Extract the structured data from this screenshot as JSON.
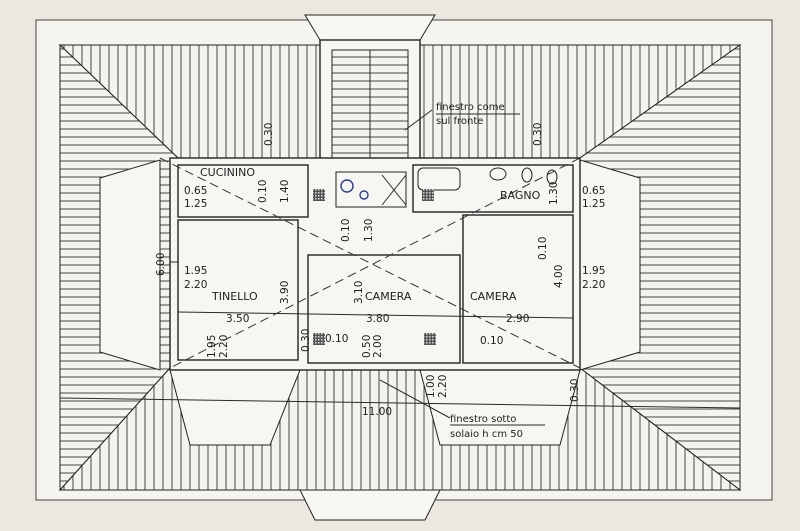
{
  "rooms": {
    "cucinino": "CUCININO",
    "bagno": "BAGNO",
    "tinello": "TINELLO",
    "camera_center": "CAMERA",
    "camera_right": "CAMERA"
  },
  "notes": {
    "top_line1": "finestro come",
    "top_line2": "sul fronte",
    "bottom_line1": "finestro sotto",
    "bottom_line2": "solaio h cm 50"
  },
  "dimensions": {
    "win_cucinino_w": "0.65",
    "win_cucinino_h": "1.25",
    "win_tinello_w": "1.95",
    "win_tinello_h": "2.20",
    "win_bagno_w": "0.65",
    "win_bagno_h": "1.25",
    "win_camera_w": "1.95",
    "win_camera_h": "2.20",
    "tinello_width": "3.50",
    "camera_center_width": "3.80",
    "camera_right_width": "2.90",
    "total_width": "11.00",
    "total_depth": "6.00",
    "top_left_wall": "0.30",
    "cucinino_wall": "0.10",
    "cucinino_depth": "1.40",
    "tinello_depth": "3.90",
    "hall_wall": "0.10",
    "hall_depth": "1.30",
    "camera_center_depth": "3.10",
    "bottom_left_wall": "0.30",
    "bottom_left_wall_b": "0.10",
    "door_w": "0.50",
    "door_h": "2.00",
    "win_bottom_left_w": "1.95",
    "win_bottom_left_h": "2.20",
    "win_bottom_center_w": "1.00",
    "win_bottom_center_h": "2.20",
    "top_right_wall": "0.30",
    "bagno_depth": "1.30",
    "camera_right_wall": "0.10",
    "camera_right_depth": "4.00",
    "bottom_right_wall": "0.30",
    "camera_right_wall_b": "0.10"
  }
}
